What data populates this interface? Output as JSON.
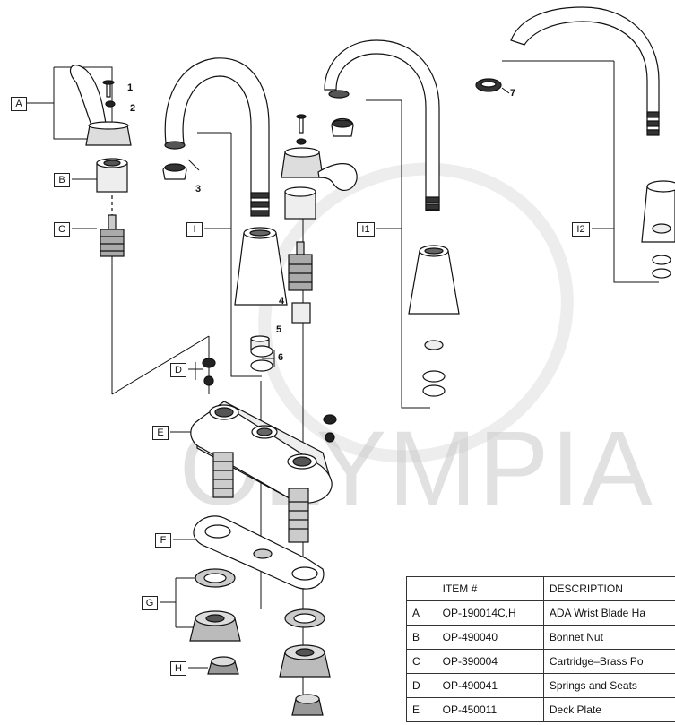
{
  "watermark": "OLYMPIA",
  "callouts": {
    "A": "A",
    "B": "B",
    "C": "C",
    "D": "D",
    "E": "E",
    "F": "F",
    "G": "G",
    "H": "H",
    "I": "I",
    "I1": "I1",
    "I2": "I2"
  },
  "part_numbers": {
    "n1": "1",
    "n2": "2",
    "n3": "3",
    "n4": "4",
    "n5": "5",
    "n6": "6",
    "n7": "7"
  },
  "parts_table": {
    "headers": [
      "",
      "ITEM #",
      "DESCRIPTION"
    ],
    "rows": [
      {
        "key": "A",
        "item": "OP-190014C,H",
        "desc": "ADA Wrist Blade Ha"
      },
      {
        "key": "B",
        "item": "OP-490040",
        "desc": "Bonnet Nut"
      },
      {
        "key": "C",
        "item": "OP-390004",
        "desc": "Cartridge–Brass Po"
      },
      {
        "key": "D",
        "item": "OP-490041",
        "desc": "Springs and Seats"
      },
      {
        "key": "E",
        "item": "OP-450011",
        "desc": "Deck Plate"
      }
    ]
  }
}
